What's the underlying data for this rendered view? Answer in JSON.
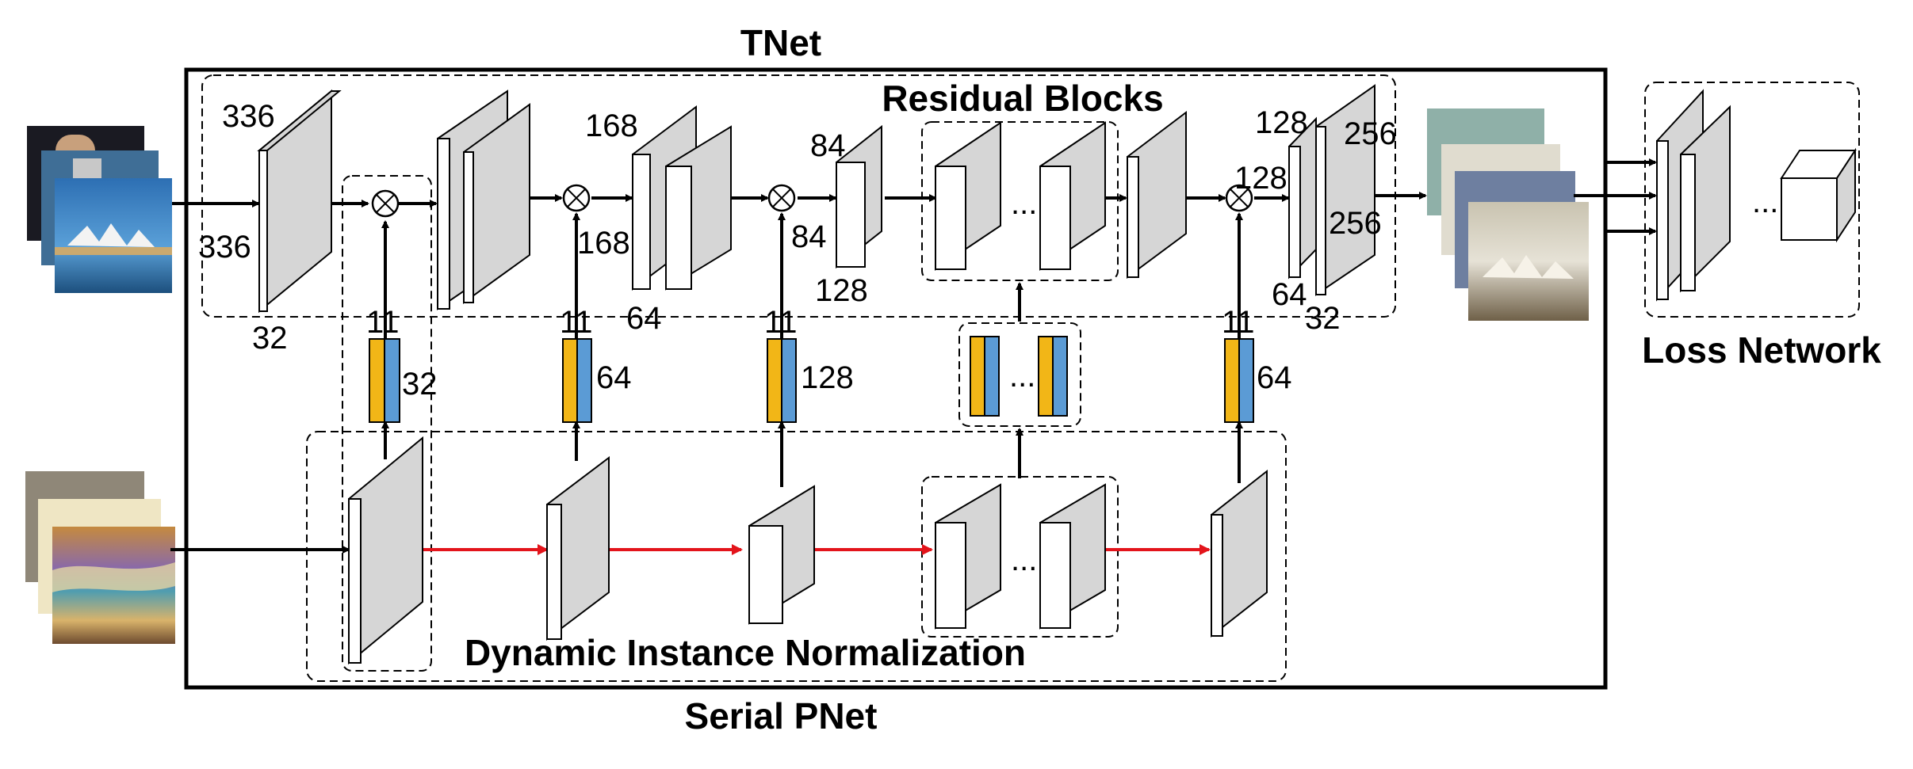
{
  "labels": {
    "tnet": "TNet",
    "residual_blocks": "Residual Blocks",
    "loss_network": "Loss Network",
    "dynamic_instance_normalization": "Dynamic Instance Normalization",
    "serial_pnet": "Serial PNet"
  },
  "dimensions": {
    "input_h": "336",
    "input_w": "336",
    "c1": "32",
    "s2_h": "168",
    "s2_w": "168",
    "c2": "64",
    "s3_h": "84",
    "s3_w": "84",
    "c3": "128",
    "u1_a": "128",
    "u1_b": "128",
    "u2_a": "256",
    "u2_b": "256",
    "u_c1": "64",
    "u_c2": "32",
    "ones_1": "11",
    "ones_2": "11",
    "ones_3": "11",
    "ones_4": "11",
    "din_1": "32",
    "din_2": "64",
    "din_3": "128",
    "din_4": "64"
  },
  "ellipsis": "...",
  "colors": {
    "line": "#000000",
    "pnet_arrow": "#e3141b",
    "block_face": "#d6d6d6",
    "block_front": "#ffffff",
    "gamma": "#f2b617",
    "beta": "#5b9bd5"
  },
  "icons": {
    "multiply": "circled-times-icon",
    "content_images": "photo-stack-icon",
    "style_images": "painting-stack-icon",
    "output_images": "stylized-photo-stack-icon"
  }
}
